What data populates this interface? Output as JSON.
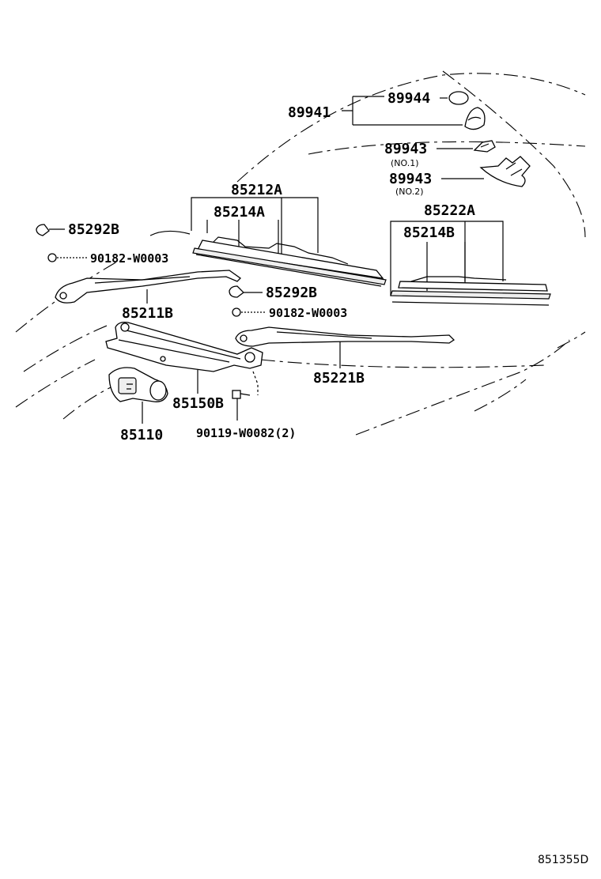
{
  "labels": {
    "p89941": "89941",
    "p89944": "89944",
    "p89943_1": "89943",
    "no1": "(NO.1)",
    "p89943_2": "89943",
    "no2": "(NO.2)",
    "p85212A": "85212A",
    "p85214A": "85214A",
    "p85292B_1": "85292B",
    "p90182_1": "90182-W0003",
    "p85222A": "85222A",
    "p85214B": "85214B",
    "p85292B_2": "85292B",
    "p90182_2": "90182-W0003",
    "p85211B": "85211B",
    "p85221B": "85221B",
    "p85150B": "85150B",
    "p85110": "85110",
    "p90119": "90119-W0082(2)",
    "diagram_id": "851355D"
  }
}
